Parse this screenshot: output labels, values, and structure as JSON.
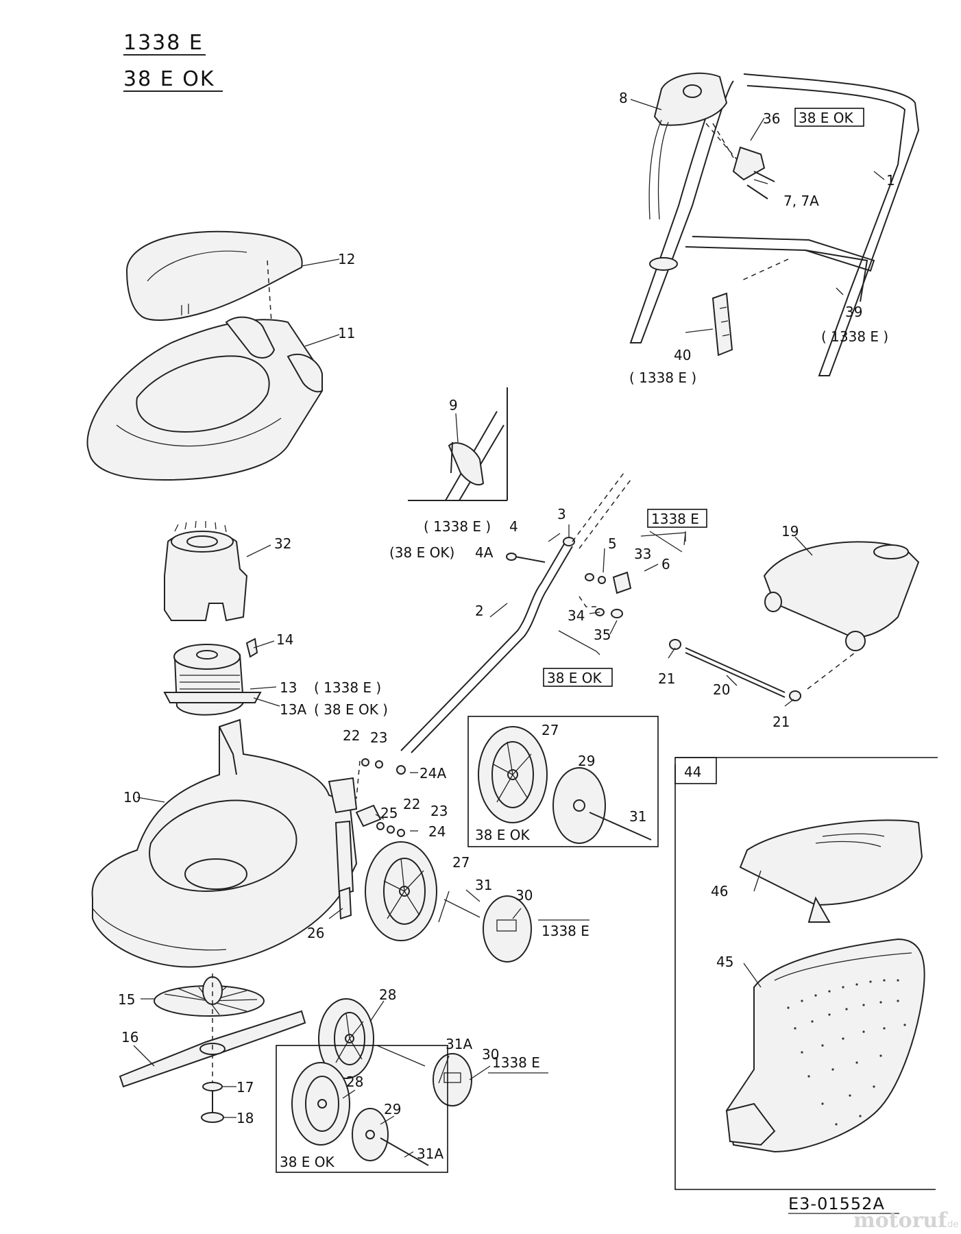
{
  "models": [
    "1338 E",
    "38 E OK"
  ],
  "drawing_code": "E3-01552A",
  "watermark": {
    "brand": "motoruf",
    "suffix": ".de"
  },
  "variant_labels": {
    "v1338e": "1338 E",
    "v38eok": "38 E OK",
    "p1338e": "( 1338 E )",
    "p38eok": "( 38 E OK )",
    "p38eok_4": "(38 E OK)"
  },
  "callouts": {
    "c1": "1",
    "c2": "2",
    "c3": "3",
    "c4": "4",
    "c4a": "4A",
    "c5": "5",
    "c6": "6",
    "c7": "7, 7A",
    "c8": "8",
    "c9": "9",
    "c10": "10",
    "c11": "11",
    "c12": "12",
    "c13": "13",
    "c13a": "13A",
    "c14": "14",
    "c15": "15",
    "c16": "16",
    "c17": "17",
    "c18": "18",
    "c19": "19",
    "c20": "20",
    "c21": "21",
    "c22": "22",
    "c23": "23",
    "c24": "24",
    "c24a": "24A",
    "c25": "25",
    "c26": "26",
    "c27": "27",
    "c28": "28",
    "c29": "29",
    "c30": "30",
    "c31": "31",
    "c31a": "31A",
    "c32": "32",
    "c33": "33",
    "c34": "34",
    "c35": "35",
    "c36": "36",
    "c39": "39",
    "c40": "40",
    "c44": "44",
    "c45": "45",
    "c46": "46"
  }
}
